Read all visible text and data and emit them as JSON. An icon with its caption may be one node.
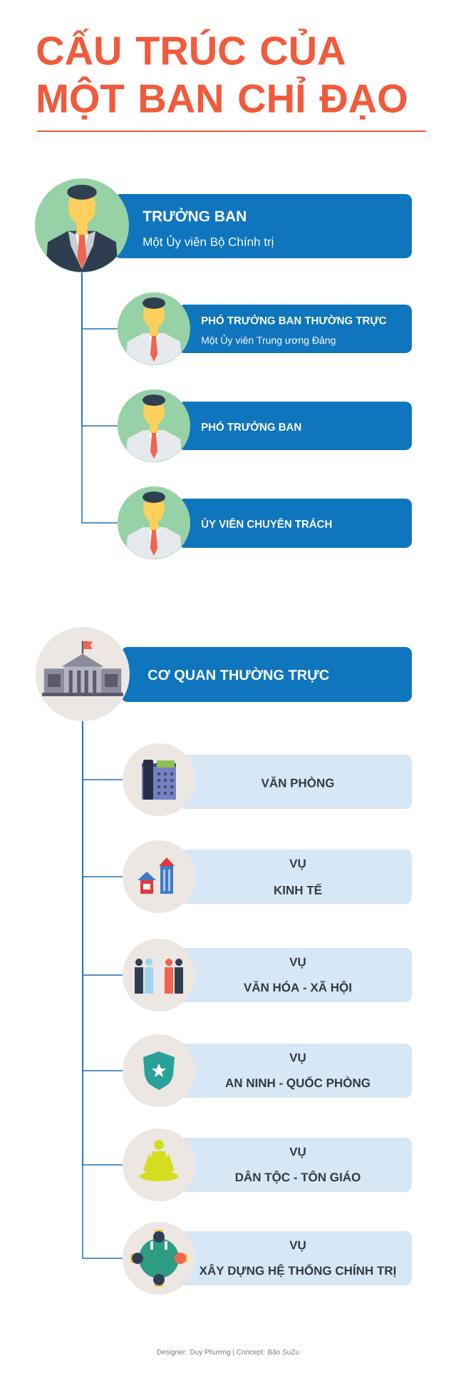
{
  "diagram": {
    "title": "CẤU TRÚC CỦA MỘT BAN CHỈ ĐẠO",
    "nodes": [
      {
        "text": [],
        "shape": "picture"
      },
      {
        "text": [
          "TRƯỞNG BAN",
          "Một Ủy viên Bộ Chính trị"
        ]
      },
      {
        "text": [],
        "shape": "picture"
      },
      {
        "text": [
          "PHÓ TRƯỞNG BAN THƯỜNG TRỰC",
          "Một Ủy viên Trung ương Đảng"
        ]
      },
      {
        "text": [],
        "shape": "picture"
      },
      {
        "text": [
          "PHÓ TRƯỞNG BAN"
        ]
      },
      {
        "text": [],
        "shape": "picture"
      },
      {
        "text": [
          "ỦY VIÊN CHUYÊN TRÁCH"
        ]
      },
      {
        "text": [],
        "shape": "picture"
      },
      {
        "text": [
          "CƠ QUAN THƯỜNG TRỰC"
        ]
      },
      {
        "text": [],
        "shape": "picture"
      },
      {
        "text": [
          "VĂN PHÒNG"
        ]
      },
      {
        "text": [],
        "shape": "picture"
      },
      {
        "text": [
          "VỤ",
          "KINH TẾ"
        ]
      },
      {
        "text": [],
        "shape": "picture"
      },
      {
        "text": [
          "VỤ",
          "VĂN HÓA - XÃ HỘI"
        ]
      },
      {
        "text": [],
        "shape": "picture"
      },
      {
        "text": [
          "VỤ",
          "AN NINH - QUỐC PHÒNG"
        ]
      },
      {
        "text": [],
        "shape": "picture"
      },
      {
        "text": [
          "VỤ",
          "DÂN TỘC - TÔN GIÁO"
        ]
      },
      {
        "text": [],
        "shape": "picture"
      },
      {
        "text": [
          "VỤ",
          "XÂY DỰNG HỆ THỐNG CHÍNH TRỊ"
        ]
      }
    ],
    "edges": [
      {
        "from": 0,
        "to": 2,
        "arrow": "none"
      },
      {
        "from": 0,
        "to": 4,
        "arrow": "none"
      },
      {
        "from": 0,
        "to": 6,
        "arrow": "none"
      },
      {
        "from": 8,
        "to": 10,
        "arrow": "none"
      },
      {
        "from": 8,
        "to": 12,
        "arrow": "none"
      },
      {
        "from": 8,
        "to": 14,
        "arrow": "none"
      },
      {
        "from": 8,
        "to": 16,
        "arrow": "none"
      },
      {
        "from": 8,
        "to": 18,
        "arrow": "none"
      },
      {
        "from": 8,
        "to": 20,
        "arrow": "none"
      }
    ],
    "labels": [
      "Designer: Duy Phương | Concept: Bảo SuZu"
    ]
  }
}
